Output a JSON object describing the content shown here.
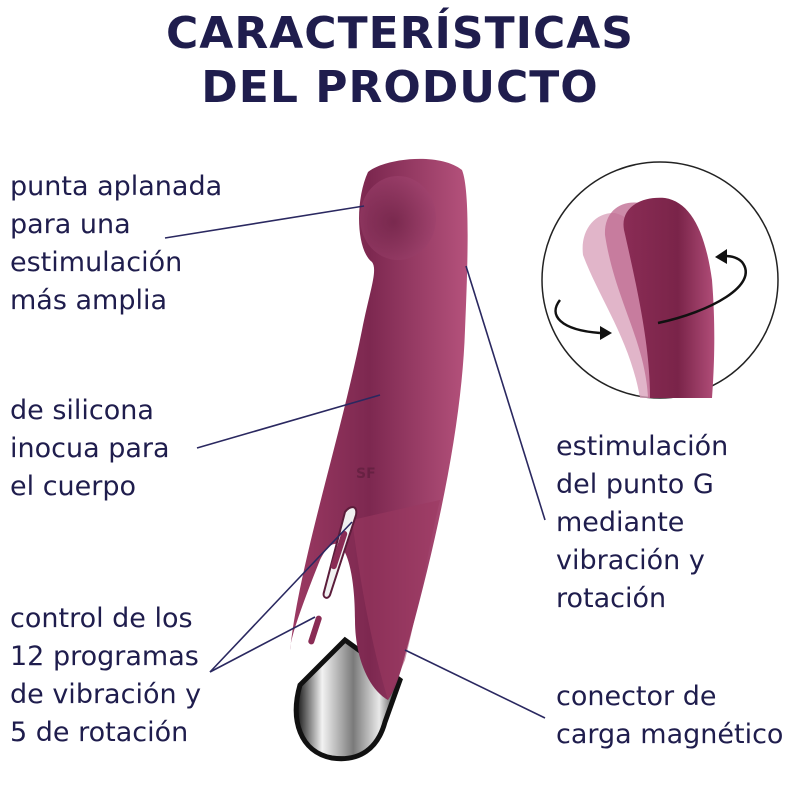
{
  "header": {
    "title_line1": "CARACTERÍSTICAS",
    "title_line2": "DEL PRODUCTO"
  },
  "features": {
    "tip": [
      "punta aplanada",
      "para una",
      "estimulación",
      "más amplia"
    ],
    "material": [
      "de silicona",
      "inocua para",
      "el cuerpo"
    ],
    "controls": [
      "control de los",
      "12 programas",
      "de vibración y",
      "5 de rotación"
    ],
    "gspot": [
      "estimulación",
      "del punto G",
      "mediante",
      "vibración y",
      "rotación"
    ],
    "charger": [
      "conector de",
      "carga magnético"
    ]
  },
  "colors": {
    "text": "#1f1d4d",
    "product": "#8e2f59",
    "product_light": "#b04d78",
    "chrome": "#9a9a9a",
    "line": "#2a2860"
  },
  "product": {
    "logo": "SF"
  }
}
